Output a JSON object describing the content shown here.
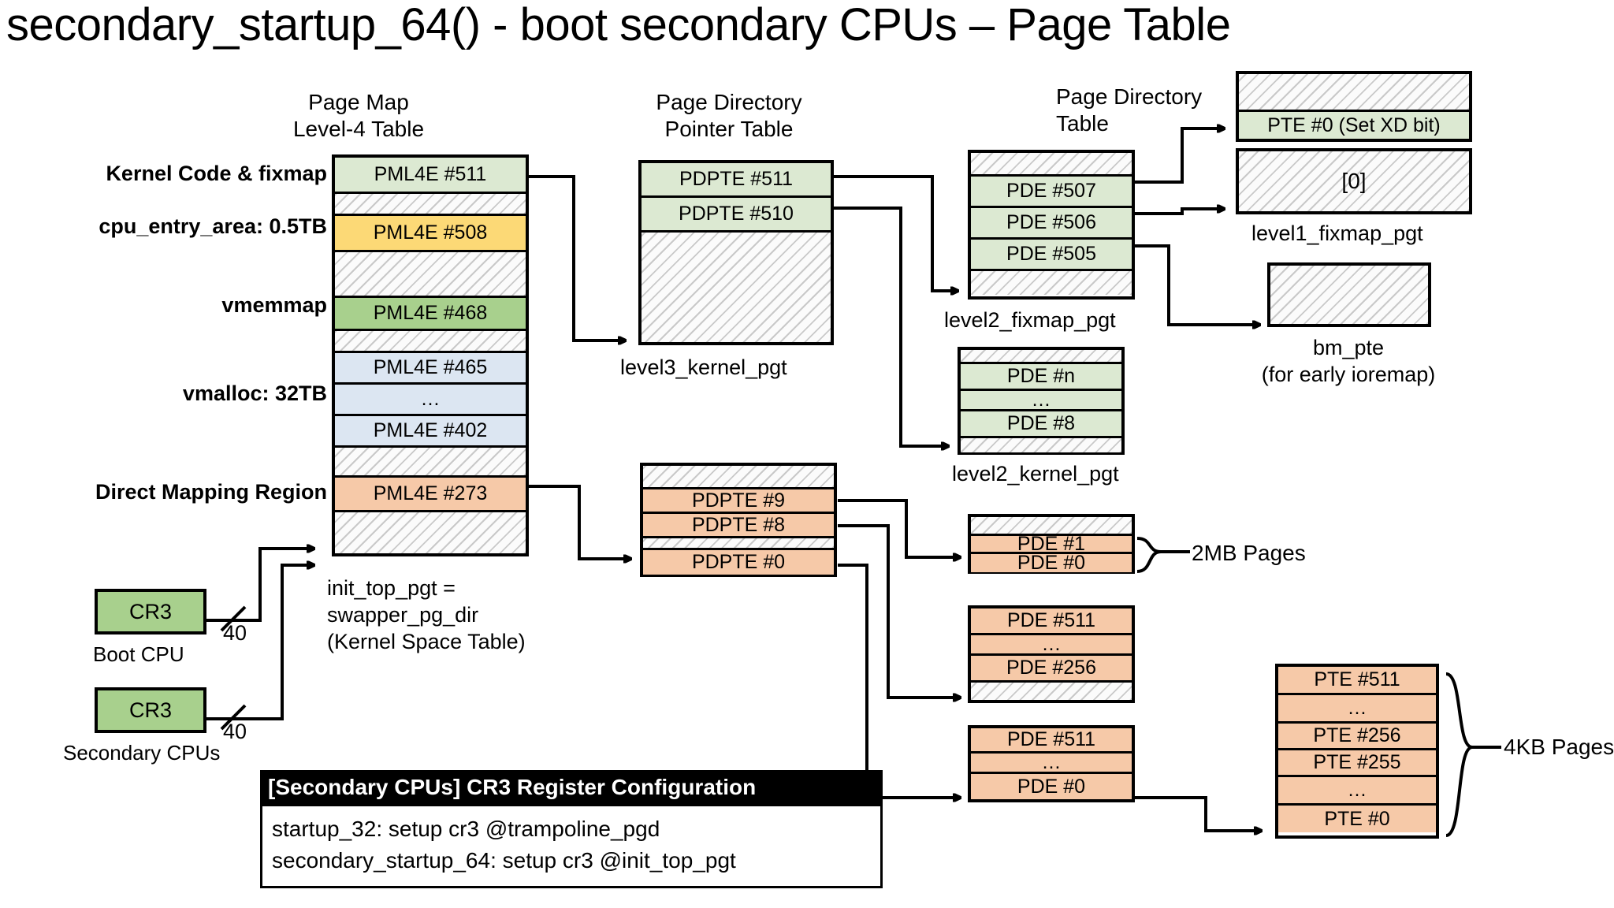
{
  "title": "secondary_startup_64() - boot secondary CPUs – Page Table",
  "column_headers": {
    "pml4": "Page Map\nLevel-4 Table",
    "pdpt": "Page Directory\nPointer Table",
    "pdt": "Page Directory\nTable"
  },
  "region_labels": [
    {
      "text": "Kernel Code & fixmap"
    },
    {
      "text": "cpu_entry_area: 0.5TB"
    },
    {
      "text": "vmemmap"
    },
    {
      "text": "vmalloc: 32TB"
    },
    {
      "text": "Direct Mapping Region"
    }
  ],
  "pml4_table": {
    "caption": "init_top_pgt =\nswapper_pg_dir\n(Kernel Space Table)",
    "cells": [
      {
        "label": "PML4E #511",
        "fill": "green-l"
      },
      {
        "label": "",
        "fill": "hatch"
      },
      {
        "label": "PML4E #508",
        "fill": "yellow"
      },
      {
        "label": "",
        "fill": "hatch"
      },
      {
        "label": "PML4E #468",
        "fill": "green-d"
      },
      {
        "label": "",
        "fill": "hatch"
      },
      {
        "label": "PML4E #465",
        "fill": "blue-l"
      },
      {
        "label": "…",
        "fill": "blue-l"
      },
      {
        "label": "PML4E #402",
        "fill": "blue-l"
      },
      {
        "label": "",
        "fill": "hatch"
      },
      {
        "label": "PML4E #273",
        "fill": "orange"
      },
      {
        "label": "",
        "fill": "hatch"
      }
    ]
  },
  "level3_kernel_pgt": {
    "caption": "level3_kernel_pgt",
    "cells": [
      {
        "label": "PDPTE #511",
        "fill": "green-l"
      },
      {
        "label": "PDPTE #510",
        "fill": "green-l"
      },
      {
        "label": "",
        "fill": "hatch"
      }
    ]
  },
  "level2_fixmap_pgt": {
    "caption": "level2_fixmap_pgt",
    "cells": [
      {
        "label": "",
        "fill": "hatch"
      },
      {
        "label": "PDE #507",
        "fill": "green-l"
      },
      {
        "label": "PDE #506",
        "fill": "green-l"
      },
      {
        "label": "PDE #505",
        "fill": "green-l"
      },
      {
        "label": "",
        "fill": "hatch"
      }
    ]
  },
  "level2_kernel_pgt": {
    "caption": "level2_kernel_pgt",
    "cells": [
      {
        "label": "",
        "fill": "hatch"
      },
      {
        "label": "PDE #n",
        "fill": "green-l"
      },
      {
        "label": "…",
        "fill": "green-l"
      },
      {
        "label": "PDE #8",
        "fill": "green-l"
      },
      {
        "label": "",
        "fill": "hatch"
      }
    ]
  },
  "level1_fixmap_pgt": {
    "caption": "level1_fixmap_pgt",
    "top_box": {
      "cells": [
        {
          "label": "",
          "fill": "hatch"
        },
        {
          "label": "PTE #0 (Set XD bit)",
          "fill": "green-l"
        }
      ]
    },
    "bottom_box": {
      "cells": [
        {
          "label": "[0]",
          "fill": "hatch"
        }
      ]
    }
  },
  "bm_pte": {
    "caption": "bm_pte\n(for early ioremap)",
    "cells": [
      {
        "label": "",
        "fill": "hatch"
      }
    ]
  },
  "pdpt_lower": {
    "cells": [
      {
        "label": "",
        "fill": "hatch"
      },
      {
        "label": "PDPTE #9",
        "fill": "orange"
      },
      {
        "label": "PDPTE #8",
        "fill": "orange"
      },
      {
        "label": "",
        "fill": "hatch"
      },
      {
        "label": "PDPTE #0",
        "fill": "orange"
      }
    ]
  },
  "pd_2mb": {
    "page_label": "2MB Pages",
    "cells": [
      {
        "label": "",
        "fill": "hatch"
      },
      {
        "label": "PDE #1",
        "fill": "orange"
      },
      {
        "label": "PDE #0",
        "fill": "orange"
      }
    ]
  },
  "pd_mid": {
    "cells": [
      {
        "label": "PDE #511",
        "fill": "orange"
      },
      {
        "label": "…",
        "fill": "orange"
      },
      {
        "label": "PDE #256",
        "fill": "orange"
      },
      {
        "label": "",
        "fill": "hatch"
      }
    ]
  },
  "pd_low": {
    "cells": [
      {
        "label": "PDE #511",
        "fill": "orange"
      },
      {
        "label": "…",
        "fill": "orange"
      },
      {
        "label": "PDE #0",
        "fill": "orange"
      }
    ]
  },
  "pte_table": {
    "page_label": "4KB Pages",
    "cells": [
      {
        "label": "PTE #511",
        "fill": "orange"
      },
      {
        "label": "…",
        "fill": "orange"
      },
      {
        "label": "PTE #256",
        "fill": "orange"
      },
      {
        "label": "PTE #255",
        "fill": "orange"
      },
      {
        "label": "…",
        "fill": "orange"
      },
      {
        "label": "PTE #0",
        "fill": "orange"
      }
    ]
  },
  "cr3_boot": {
    "label": "CR3",
    "caption": "Boot CPU",
    "bits": "40"
  },
  "cr3_secondary": {
    "label": "CR3",
    "caption": "Secondary CPUs",
    "bits": "40"
  },
  "callout": {
    "header": "[Secondary CPUs] CR3 Register Configuration",
    "lines": [
      "startup_32: setup cr3 @trampoline_pgd",
      "secondary_startup_64: setup cr3 @init_top_pgt"
    ]
  },
  "colors": {
    "green_light": "#dce9d2",
    "green_dark": "#a8d08d",
    "yellow": "#fcd976",
    "blue_light": "#dce6f2",
    "orange": "#f6c9a8",
    "hatch_line": "#c9c9c9",
    "stroke": "#000000"
  }
}
